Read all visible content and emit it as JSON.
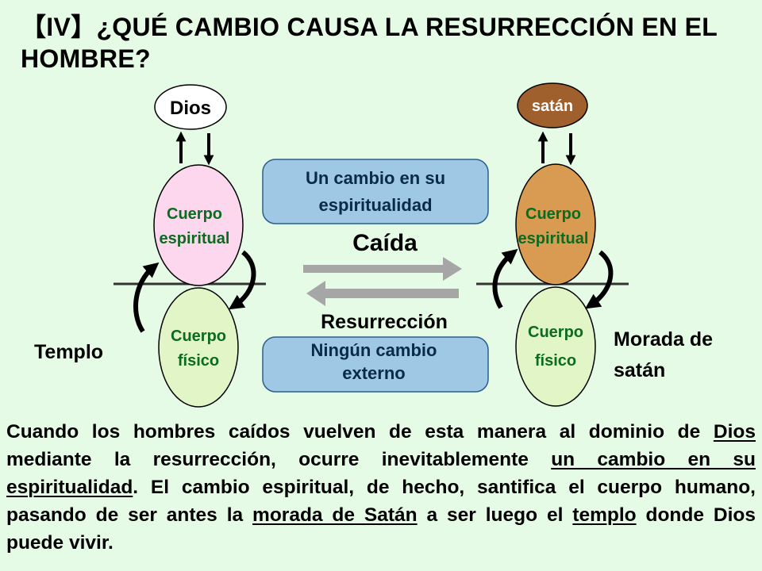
{
  "title": {
    "bracket": "【IV】",
    "text": "¿QUÉ CAMBIO CAUSA LA RESURRECCIÓN EN EL HOMBRE?"
  },
  "diagram": {
    "left": {
      "top": "Dios",
      "spirit_line1": "Cuerpo",
      "spirit_line2": "espiritual",
      "physical_line1": "Cuerpo",
      "physical_line2": "físico",
      "side_label": "Templo"
    },
    "right": {
      "top": "satán",
      "spirit_line1": "Cuerpo",
      "spirit_line2": "espiritual",
      "physical_line1": "Cuerpo",
      "physical_line2": "físico",
      "side_label_line1": "Morada de",
      "side_label_line2": "satán"
    },
    "center": {
      "box_top_line1": "Un cambio en su",
      "box_top_line2": "espiritualidad",
      "fall_label": "Caída",
      "resurrection_label": "Resurrección",
      "box_bottom_line1": "Ningún cambio",
      "box_bottom_line2": "externo"
    },
    "colors": {
      "background": "#e6fbe6",
      "spirit_left": "#fcd7ee",
      "physical": "#e2f5c6",
      "satan": "#a0602e",
      "spirit_right": "#d99a52",
      "box": "#9ec8e4",
      "arrow": "#a6a6a6"
    }
  },
  "paragraph": {
    "s1": "Cuando los hombres caídos vuelven de esta manera al dominio de ",
    "u1": "Dios",
    "s2": " mediante la resurrección, ocurre inevitablemente ",
    "u2": "un cambio en su espiritualidad",
    "s3": ". El cambio espiritual, de hecho, santifica el cuerpo humano, pasando de ser antes la ",
    "u3": "morada de Satán",
    "s4": " a ser luego el ",
    "u4": "templo",
    "s5": " donde Dios puede vivir."
  }
}
